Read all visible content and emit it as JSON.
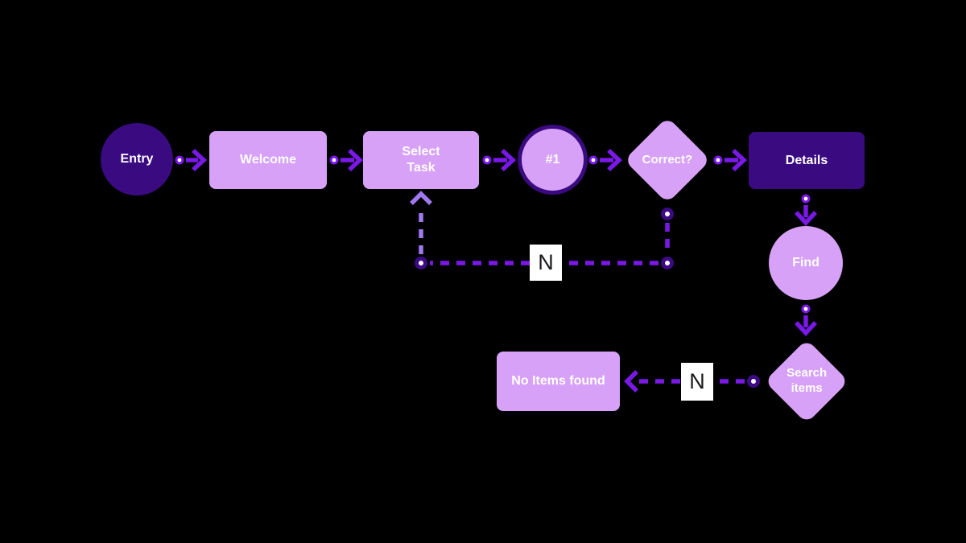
{
  "flow": {
    "nodes": [
      {
        "id": "entry",
        "label": "Entry",
        "shape": "circle",
        "tone": "dark"
      },
      {
        "id": "welcome",
        "label": "Welcome",
        "shape": "rect",
        "tone": "light"
      },
      {
        "id": "select-task",
        "label": "Select Task",
        "shape": "rect",
        "tone": "light"
      },
      {
        "id": "step-1",
        "label": "#1",
        "shape": "circle",
        "tone": "light-bordered"
      },
      {
        "id": "correct",
        "label": "Correct?",
        "shape": "diamond",
        "tone": "light"
      },
      {
        "id": "details",
        "label": "Details",
        "shape": "rect",
        "tone": "dark"
      },
      {
        "id": "find",
        "label": "Find",
        "shape": "circle",
        "tone": "light"
      },
      {
        "id": "search-items",
        "label": "Search items",
        "shape": "diamond",
        "tone": "light"
      },
      {
        "id": "no-items-found",
        "label": "No Items found",
        "shape": "rect",
        "tone": "light"
      }
    ],
    "edge_labels": [
      {
        "id": "correct-no",
        "text": "N"
      },
      {
        "id": "search-no",
        "text": "N"
      }
    ]
  },
  "colors": {
    "background": "#000000",
    "node_dark": "#3a0a80",
    "node_light": "#d7a1f7",
    "arrow": "#7a18e8",
    "arrow_light": "#a178f0",
    "edge_label_bg": "#ffffff",
    "edge_label_text": "#1a1a1a",
    "node_text": "#ffffff"
  }
}
